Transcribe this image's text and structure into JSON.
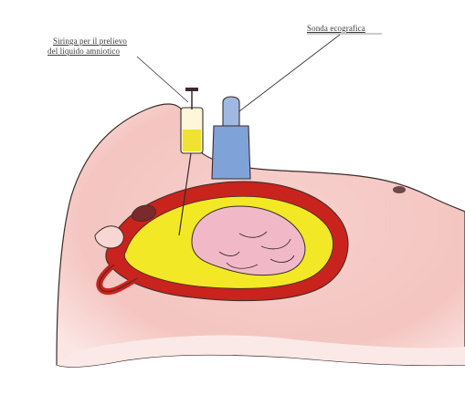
{
  "labels": {
    "syringe_line1": "Siringa per il prelievo",
    "syringe_line2": "del liquido amniotico",
    "probe": "Sonda ecografica"
  },
  "colors": {
    "skin": "#f4c9c5",
    "skin_light": "#fbe3e1",
    "outline": "#3b2b2b",
    "uterus_wall": "#c8231d",
    "amniotic_fluid": "#f2e826",
    "fetus": "#f1b9c8",
    "probe": "#7fa3d9",
    "syringe_fluid": "#f0e233"
  }
}
